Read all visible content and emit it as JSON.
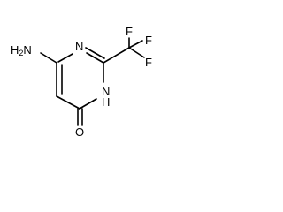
{
  "molecule": {
    "atoms": {
      "amino_n": "H2N",
      "ring_n1": "N",
      "ring_n3": "N",
      "ring_n3_h": "H",
      "carbonyl_o": "O",
      "fluorine_1": "F",
      "fluorine_2": "F",
      "fluorine_3": "F"
    }
  }
}
